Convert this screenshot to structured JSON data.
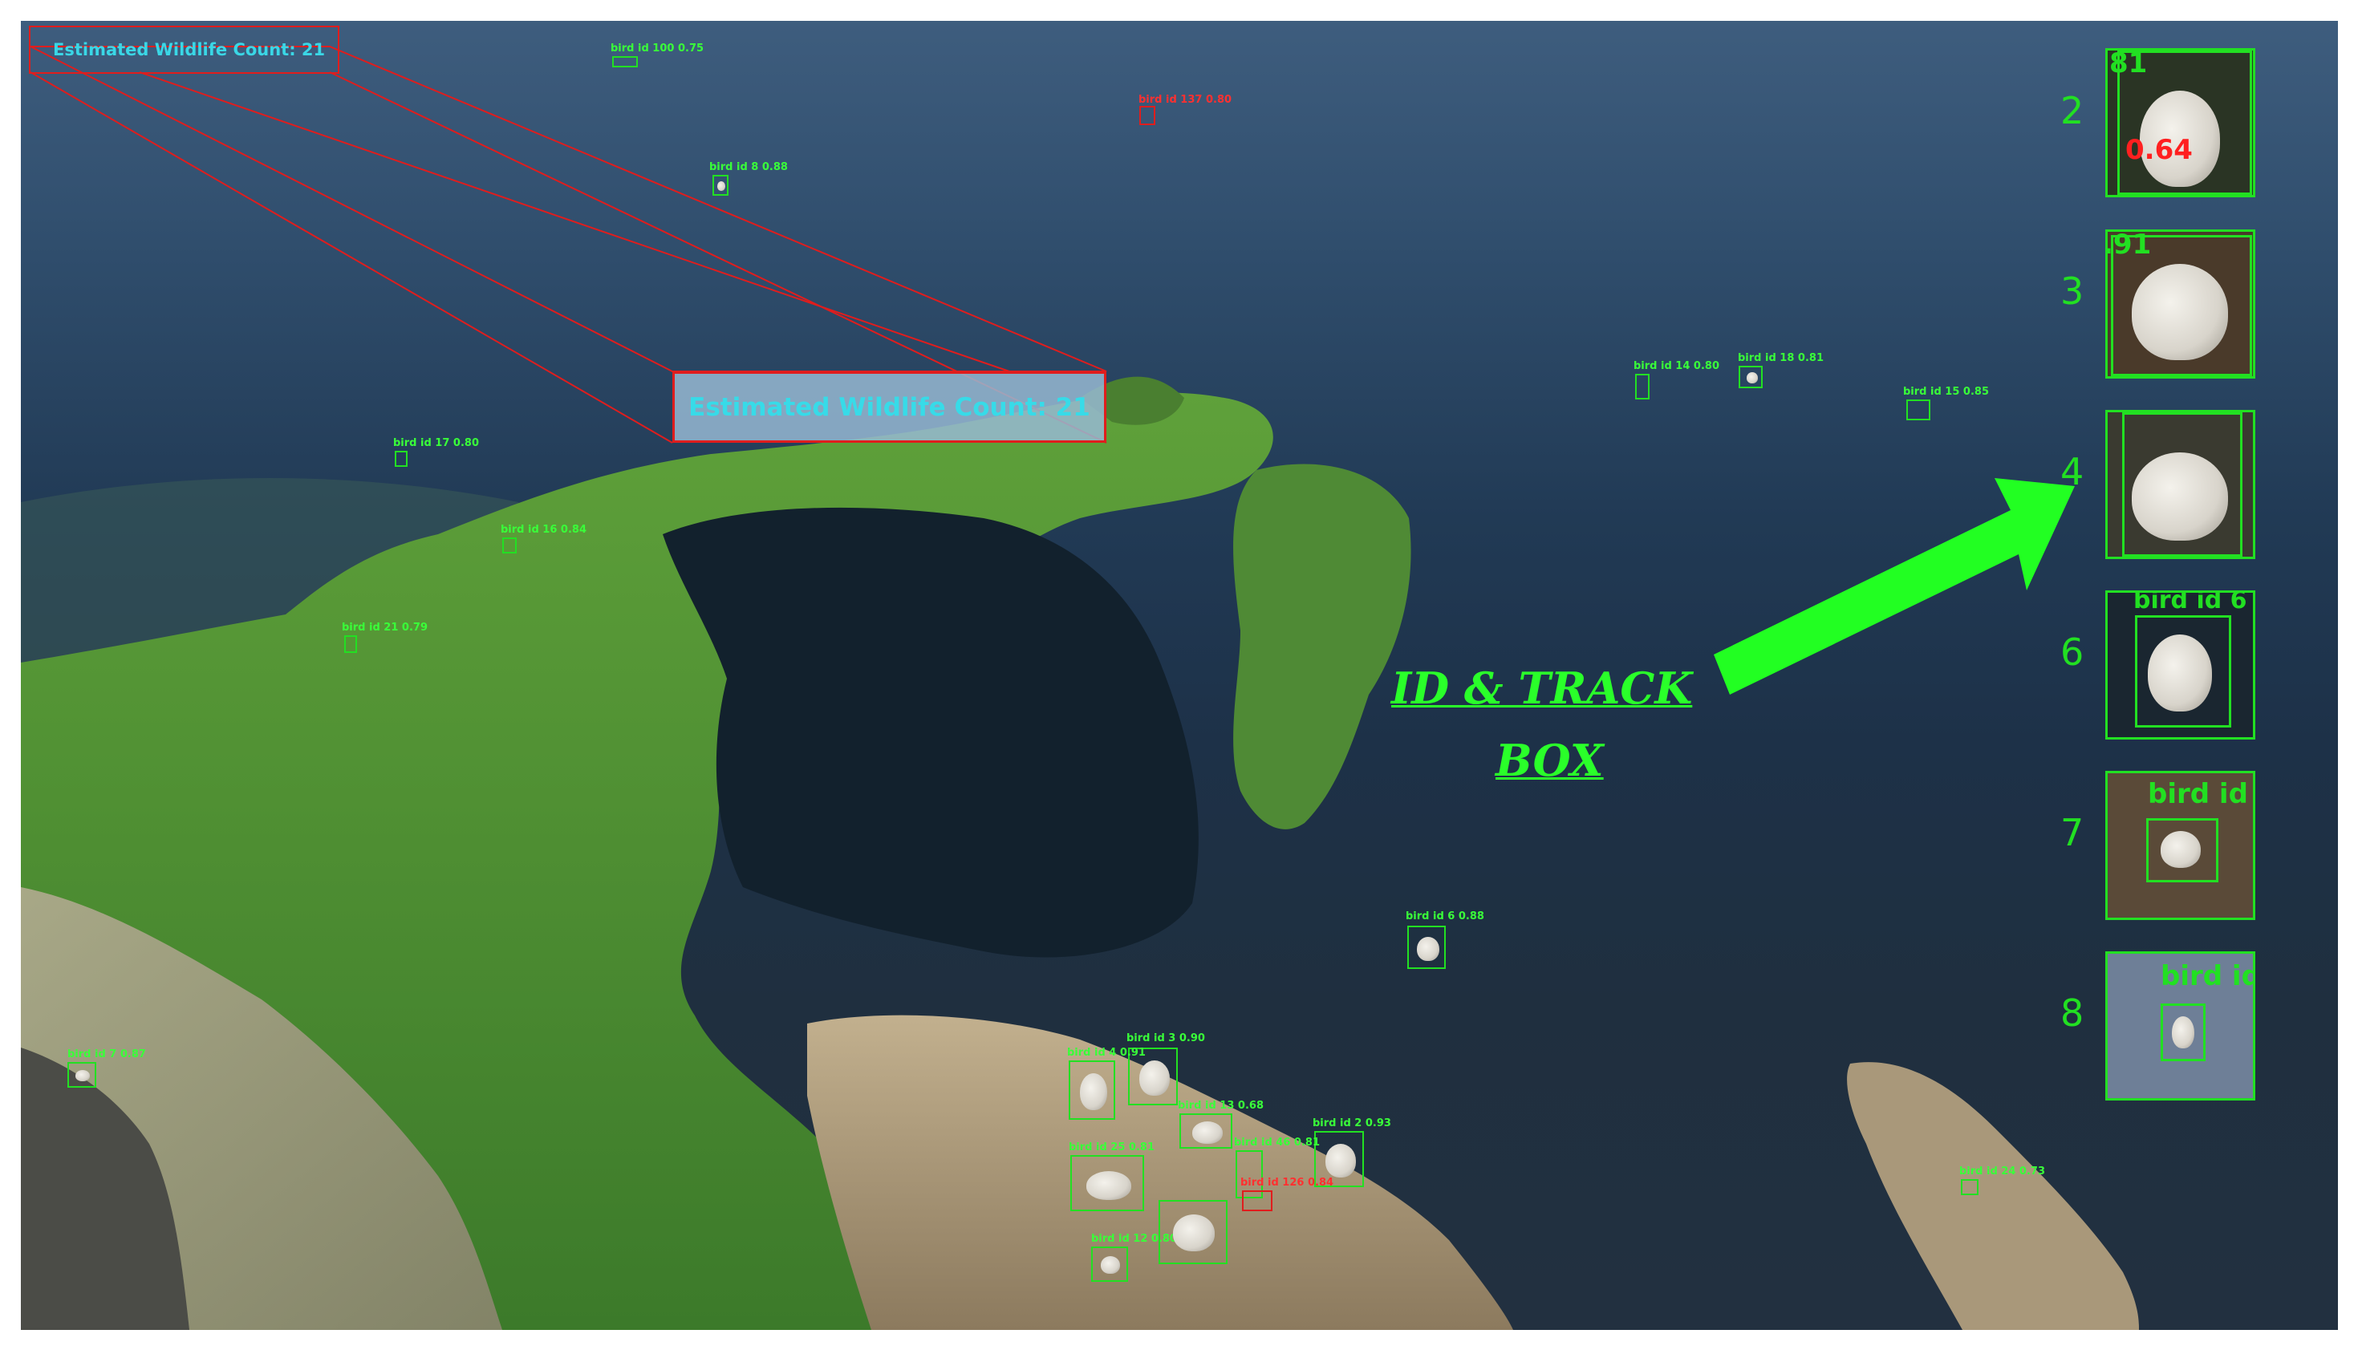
{
  "counter": {
    "small": "Estimated Wildlife Count: 21",
    "large": "Estimated Wildlife Count: 21"
  },
  "callout": {
    "line1": "ID & TRACK",
    "line2": "BOX"
  },
  "colors": {
    "detection_green": "#22e022",
    "detection_red": "#e01d1d",
    "counter_text": "#37dbe8",
    "callout_green": "#2aff2a"
  },
  "detections": [
    {
      "label": "bird id 100 0.75",
      "color": "green"
    },
    {
      "label": "bird id 137 0.80",
      "color": "red"
    },
    {
      "label": "bird id 8 0.88",
      "color": "green"
    },
    {
      "label": "bird id 17 0.80",
      "color": "green"
    },
    {
      "label": "bird id 16 0.84",
      "color": "green"
    },
    {
      "label": "bird id 21 0.79",
      "color": "green"
    },
    {
      "label": "bird id 14 0.80",
      "color": "green"
    },
    {
      "label": "bird id 18 0.81",
      "color": "green"
    },
    {
      "label": "bird id 15 0.85",
      "color": "green"
    },
    {
      "label": "bird id 6 0.88",
      "color": "green"
    },
    {
      "label": "bird id 3 0.90",
      "color": "green"
    },
    {
      "label": "bird id 4 0.91",
      "color": "green"
    },
    {
      "label": "bird id 13 0.68",
      "color": "green"
    },
    {
      "label": "bird id 2 0.93",
      "color": "green"
    },
    {
      "label": "bird id 46 0.81",
      "color": "green"
    },
    {
      "label": "bird id 25 0.81",
      "color": "green"
    },
    {
      "label": "bird id 126 0.84",
      "color": "red"
    },
    {
      "label": "bird id 24 0.73",
      "color": "green"
    },
    {
      "label": "bird id 7 0.87",
      "color": "green"
    },
    {
      "label": "bird id 12 0.80",
      "color": "green"
    }
  ],
  "thumbnails": [
    {
      "index": "2",
      "overlay_top": "81",
      "overlay_score": "0.64"
    },
    {
      "index": "3",
      "overlay_top": ".91",
      "overlay_score": ""
    },
    {
      "index": "4",
      "overlay_top": "",
      "overlay_score": ""
    },
    {
      "index": "6",
      "overlay_top": "bird id 6",
      "overlay_score": ""
    },
    {
      "index": "7",
      "overlay_top": "bird id",
      "overlay_score": ""
    },
    {
      "index": "8",
      "overlay_top": "bird id",
      "overlay_score": ""
    }
  ]
}
